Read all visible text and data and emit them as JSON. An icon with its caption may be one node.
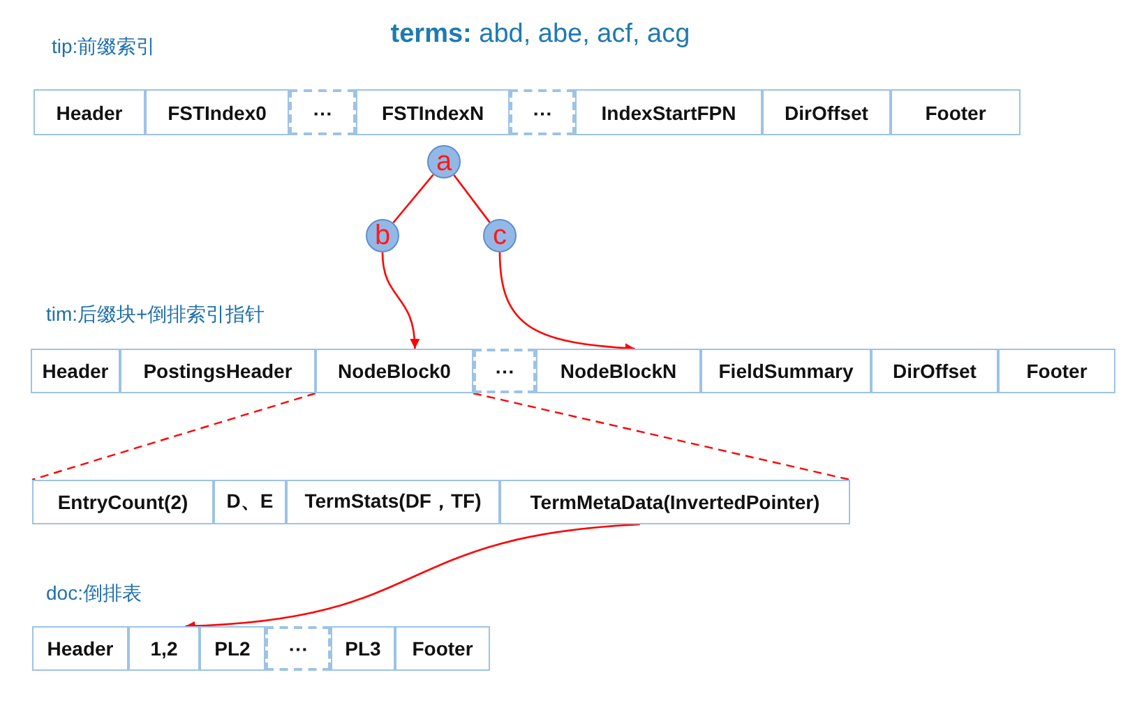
{
  "diagram": {
    "title": "**terms:** abd, abe, acf, acg",
    "nodes": [
      {
        "text": [
          "Header"
        ]
      },
      {
        "text": [
          "FSTIndex0"
        ]
      },
      {
        "text": [
          "⋯"
        ]
      },
      {
        "text": [
          "FSTIndexN"
        ]
      },
      {
        "text": [
          "⋯"
        ]
      },
      {
        "text": [
          "IndexStartFPN"
        ]
      },
      {
        "text": [
          "DirOffset"
        ]
      },
      {
        "text": [
          "Footer"
        ]
      },
      {
        "text": [
          "a"
        ]
      },
      {
        "text": [
          "b"
        ]
      },
      {
        "text": [
          "c"
        ]
      },
      {
        "text": [
          "Header"
        ]
      },
      {
        "text": [
          "PostingsHeader"
        ]
      },
      {
        "text": [
          "NodeBlock0"
        ]
      },
      {
        "text": [
          "⋯"
        ]
      },
      {
        "text": [
          "NodeBlockN"
        ]
      },
      {
        "text": [
          "FieldSummary"
        ]
      },
      {
        "text": [
          "DirOffset"
        ]
      },
      {
        "text": [
          "Footer"
        ]
      },
      {
        "text": [
          "EntryCount(2)"
        ]
      },
      {
        "text": [
          "D、E"
        ]
      },
      {
        "text": [
          "TermStats(DF，TF)"
        ]
      },
      {
        "text": [
          "TermMetaData(InvertedPointer)"
        ]
      },
      {
        "text": [
          "Header"
        ]
      },
      {
        "text": [
          "1,2"
        ]
      },
      {
        "text": [
          "PL2"
        ]
      },
      {
        "text": [
          "⋯"
        ]
      },
      {
        "text": [
          "PL3"
        ]
      },
      {
        "text": [
          "Footer"
        ]
      }
    ],
    "edges": [
      {
        "from": 8,
        "to": 9,
        "arrow": "none"
      },
      {
        "from": 8,
        "to": 10,
        "arrow": "none"
      },
      {
        "from": 9,
        "to": 13,
        "arrow": "to"
      },
      {
        "from": 10,
        "to": 15,
        "arrow": "to"
      },
      {
        "from": 13,
        "to": 19,
        "arrow": "none",
        "style": "dashed"
      },
      {
        "from": 13,
        "to": 22,
        "arrow": "none",
        "style": "dashed"
      },
      {
        "from": 22,
        "to": 24,
        "arrow": "to"
      }
    ],
    "labels": [
      "tip:前缀索引",
      "tim:后缀块+倒排索引指针",
      "doc:倒排表"
    ]
  }
}
